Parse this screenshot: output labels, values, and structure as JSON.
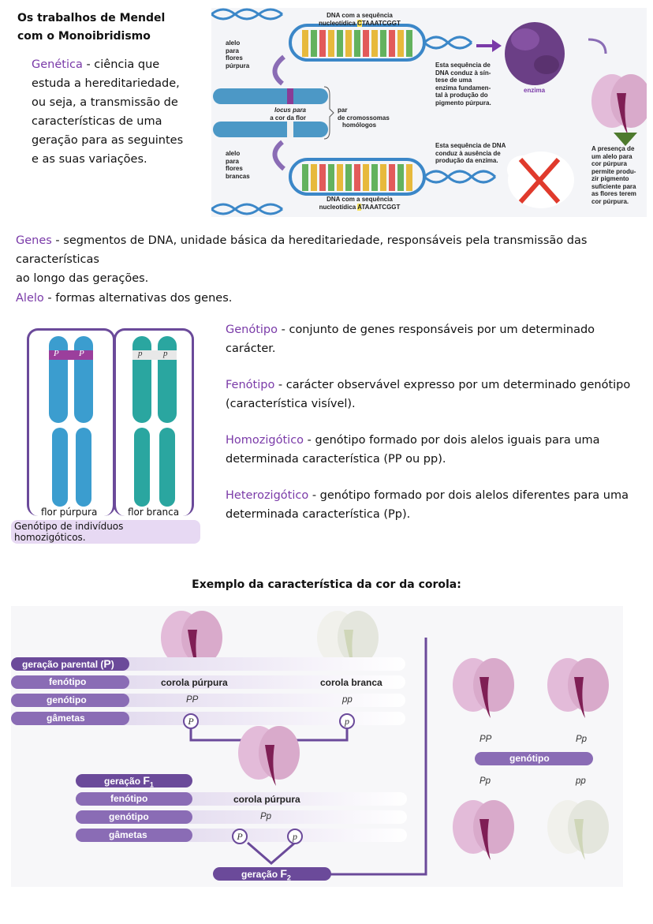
{
  "heading": {
    "line1": "Os trabalhos de Mendel",
    "line2": "com o Monoibridismo"
  },
  "genetica": {
    "term": "Genética",
    "line1": " - ciência que",
    "line2": "estuda a hereditariedade,",
    "line3": "ou seja, a transmissão de",
    "line4": "características de uma",
    "line5": "geração para as seguintes",
    "line6": "e as suas variações."
  },
  "figure_dna": {
    "top_seq_label": "DNA com a sequência",
    "top_seq_prefix": "nucleotídica ",
    "top_seq_highlight": "C",
    "top_seq_rest": "TAAATCGGT",
    "bottom_seq_label": "DNA com a sequência",
    "bottom_seq_prefix": "nucleotídica ",
    "bottom_seq_highlight": "A",
    "bottom_seq_rest": "TAAATCGGT",
    "allele_purple": [
      "alelo",
      "para",
      "flores",
      "púrpura"
    ],
    "allele_white": [
      "alelo",
      "para",
      "flores",
      "brancas"
    ],
    "locus": [
      "locus para",
      "a cor da flor"
    ],
    "pair": [
      "par",
      "de cromossomas",
      "homólogos"
    ],
    "dna_enzyme": [
      "Esta sequência de",
      "DNA conduz à sín-",
      "tese de uma",
      "enzima fundamen-",
      "tal à produção do",
      "pigmento púrpura."
    ],
    "enzyme_label": "enzima",
    "dna_no_enzyme": [
      "Esta sequência de DNA",
      "conduz à ausência de",
      "produção da enzima."
    ],
    "allele_note": [
      "A presença de",
      "um alelo para",
      "cor púrpura",
      "permite produ-",
      "zir pigmento",
      "suficiente para",
      "as flores terem",
      "cor púrpura."
    ]
  },
  "genes": {
    "term": "Genes",
    "line1": " - segmentos de DNA, unidade básica da hereditariedade, responsáveis pela transmissão das características",
    "line2": "ao longo das gerações."
  },
  "alelo": {
    "term": "Alelo",
    "text": " - formas alternativas dos genes."
  },
  "chromosomes": {
    "purple_allele": "P",
    "white_allele": "p",
    "purple_label": "flor púrpura",
    "white_label": "flor branca",
    "caption": "Genótipo de indivíduos homozigóticos."
  },
  "defs": {
    "genotipo": {
      "term": "Genótipo",
      "text": " - conjunto de genes responsáveis por um determinado carácter."
    },
    "fenotipo": {
      "term": "Fenótipo",
      "text1": " - carácter observável expresso por um determinado genótipo",
      "text2": "(característica visível)."
    },
    "homo": {
      "term": "Homozigótico",
      "text1": " - genótipo formado por dois alelos iguais para uma",
      "text2": "determinada característica (PP ou pp)."
    },
    "hetero": {
      "term": "Heterozigótico",
      "text1": " - genótipo formado por dois alelos diferentes para uma",
      "text2": "determinada característica (Pp)."
    }
  },
  "example_title": "Exemplo da característica da cor da corola:",
  "cross": {
    "parental": "geração parental (",
    "parental_p": "P",
    "parental_close": ")",
    "fenotipo": "fenótipo",
    "genotipo": "genótipo",
    "gametas": "gâmetas",
    "corola_purpura": "corola púrpura",
    "corola_branca": "corola branca",
    "pp_upper": "PP",
    "pp_lower": "pp",
    "gamete_P": "P",
    "gamete_p": "p",
    "f1": "geração ",
    "f1_f": "F",
    "f1_sub": "1",
    "f1_pheno": "corola púrpura",
    "f1_geno": "Pp",
    "f2": "geração ",
    "f2_f": "F",
    "f2_sub": "2",
    "f2_g1": "PP",
    "f2_g2": "Pp",
    "f2_g3": "Pp",
    "f2_g4": "pp",
    "f2_genotipo": "genótipo"
  },
  "colors": {
    "accent": "#7a3aa8",
    "bar": "#6b4a9a",
    "highlight": "#f7e25a",
    "caption_bg": "#e7d9f3"
  }
}
